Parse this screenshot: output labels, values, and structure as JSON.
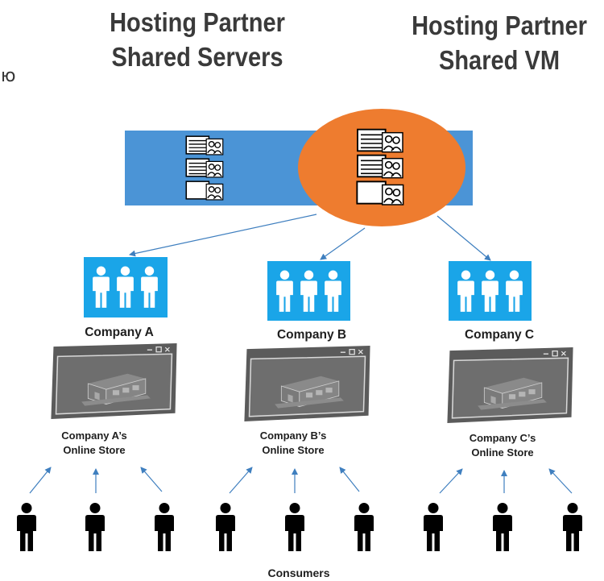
{
  "titles": {
    "left": {
      "line1": "Hosting Partner",
      "line2": "Shared Servers"
    },
    "right": {
      "line1": "Hosting Partner",
      "line2": "Shared VM"
    }
  },
  "stray_glyph": "ю",
  "companies": [
    {
      "name": "Company A",
      "store_line1": "Company A’s",
      "store_line2": "Online Store"
    },
    {
      "name": "Company B",
      "store_line1": "Company B’s",
      "store_line2": "Online Store"
    },
    {
      "name": "Company C",
      "store_line1": "Company C’s",
      "store_line2": "Online Store"
    }
  ],
  "consumers_label": "Consumers",
  "icons": {
    "server": "server-stack-icon",
    "company": "people-group-icon",
    "store": "browser-store-icon",
    "consumer": "person-icon"
  },
  "colors": {
    "band": "#4b94d6",
    "vm_ellipse": "#ee7c2f",
    "company_box": "#1aa5e8",
    "arrow": "#3f7fbf",
    "browser_frame": "#5b5b5b",
    "browser_content": "#6a6a6a",
    "consumer": "#000000"
  }
}
